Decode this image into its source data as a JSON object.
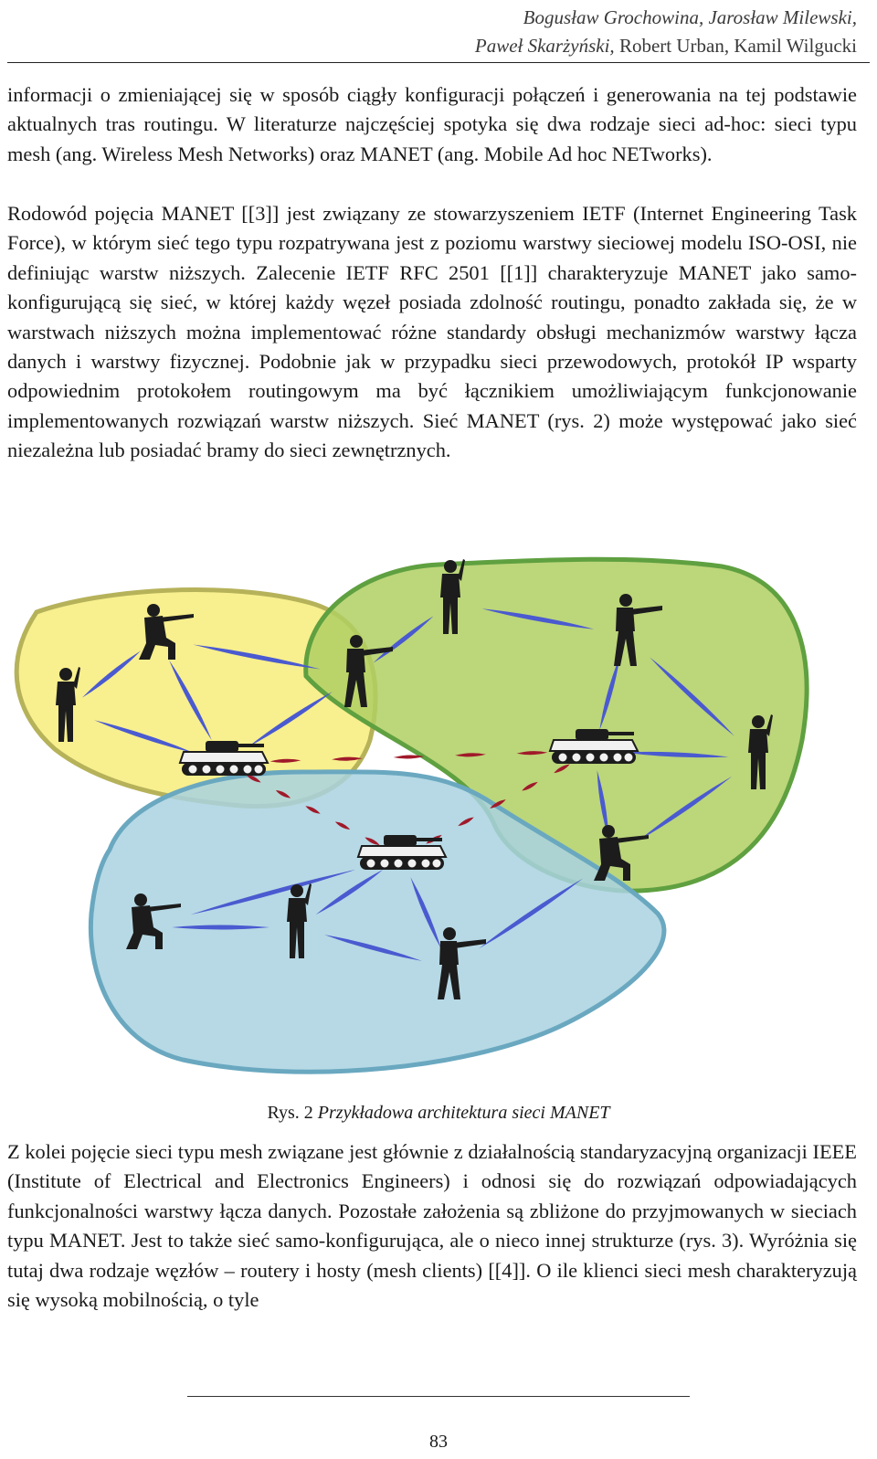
{
  "header": {
    "line1": "Bogusław Grochowina, Jarosław Milewski,",
    "line2_italic": "Paweł Skarżyński,",
    "line2_plain": " Robert Urban, Kamil Wilgucki"
  },
  "body": {
    "paragraph1": "informacji o zmieniającej się w sposób ciągły konfiguracji połączeń i generowania na tej podstawie aktualnych tras routingu. W literaturze najczęściej spotyka się dwa rodzaje sieci ad-hoc: sieci typu mesh (ang. Wireless Mesh Networks) oraz MANET (ang. Mobile Ad hoc NETworks).",
    "paragraph2": "Rodowód pojęcia MANET [[3]] jest związany ze stowarzyszeniem IETF (Internet Engineering Task Force), w którym sieć tego typu rozpatrywana jest z poziomu warstwy sieciowej modelu ISO-OSI, nie definiując warstw niższych. Zalecenie IETF RFC 2501 [[1]] charakteryzuje MANET jako samo-konfigurującą się sieć, w której każdy węzeł posiada zdolność routingu, ponadto zakłada się, że w warstwach niższych można implementować różne standardy obsługi mechanizmów warstwy łącza danych i warstwy fizycznej. Podobnie jak w przypadku sieci przewodowych, protokół IP wsparty odpowiednim protokołem routingowym ma być łącznikiem umożliwiającym funkcjonowanie implementowanych rozwiązań warstw niższych. Sieć MANET (rys. 2) może występować jako sieć niezależna lub posiadać bramy do sieci zewnętrznych.",
    "paragraph3": "Z kolei pojęcie sieci typu mesh związane jest głównie z działalnością standaryzacyjną organizacji IEEE (Institute of Electrical and Electronics Engineers) i odnosi się do rozwiązań odpowiadających funkcjonalności warstwy łącza danych. Pozostałe założenia są zbliżone do przyjmowanych w sieciach typu MANET. Jest to także sieć samo-konfigurująca, ale o nieco innej strukturze (rys. 3). Wyróżnia się tutaj dwa rodzaje węzłów – routery i hosty (mesh clients) [[4]]. O ile klienci sieci mesh charakteryzują się wysoką mobilnością, o tyle"
  },
  "figure": {
    "caption_label": "Rys. 2",
    "caption_text": " Przykładowa architektura sieci MANET",
    "colors": {
      "yellow_cluster": "#f7ec7a",
      "yellow_border": "#b6b25a",
      "green_cluster": "#b0cf63",
      "green_border": "#5fa040",
      "blue_cluster": "#a9d2e0",
      "blue_border": "#6aa8c0",
      "link_blue": "#4a5ad0",
      "link_red": "#a01a2a",
      "node": "#1c1c1c"
    },
    "icons": [
      "soldier-icon",
      "kneeling-soldier-icon",
      "aiming-soldier-icon",
      "tank-icon"
    ]
  },
  "footer": {
    "page_number": "83"
  }
}
